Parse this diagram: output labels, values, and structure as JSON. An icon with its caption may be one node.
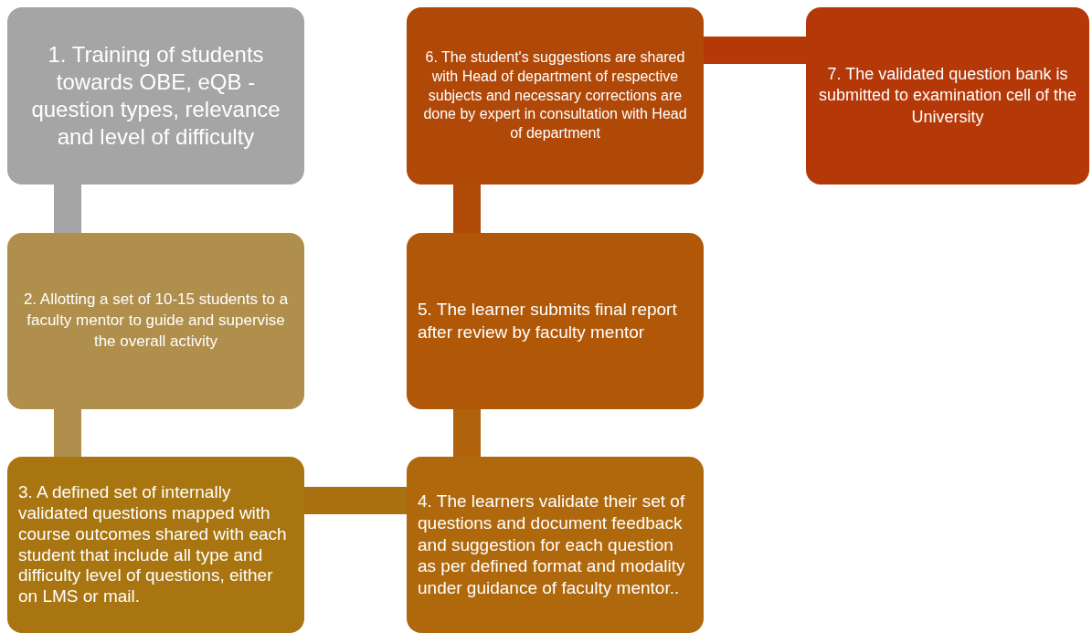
{
  "diagram": {
    "nodes": [
      {
        "text": [
          "1. Training of students towards OBE, eQB - question types, relevance and level of difficulty"
        ]
      },
      {
        "text": [
          "2. Allotting a set of 10-15 students to a faculty mentor to guide and supervise the overall activity"
        ]
      },
      {
        "text": [
          "3. A defined set of internally validated questions mapped with course outcomes shared with each student that include all type and difficulty level of questions, either on LMS or mail."
        ]
      },
      {
        "text": [
          "4. The learners validate their set of questions and document feedback and suggestion for each question as per defined format and modality under guidance of faculty mentor.."
        ]
      },
      {
        "text": [
          "5. The learner submits final report after review by faculty mentor"
        ]
      },
      {
        "text": [
          "6.  The student's suggestions are shared with Head of department of respective subjects and necessary corrections are done by expert in consultation with Head of department"
        ]
      },
      {
        "text": [
          "7. The validated question bank is submitted to examination cell of the University"
        ]
      }
    ],
    "edges": [
      {
        "from": 0,
        "to": 1,
        "arrow": "none",
        "color": "#a5a5a5"
      },
      {
        "from": 1,
        "to": 2,
        "arrow": "none",
        "color": "#b08f4c"
      },
      {
        "from": 2,
        "to": 3,
        "arrow": "none",
        "color": "#a87010"
      },
      {
        "from": 3,
        "to": 4,
        "arrow": "none",
        "color": "#b0620c"
      },
      {
        "from": 4,
        "to": 5,
        "arrow": "none",
        "color": "#b04a08"
      },
      {
        "from": 5,
        "to": 6,
        "arrow": "none",
        "color": "#b43808"
      }
    ]
  }
}
